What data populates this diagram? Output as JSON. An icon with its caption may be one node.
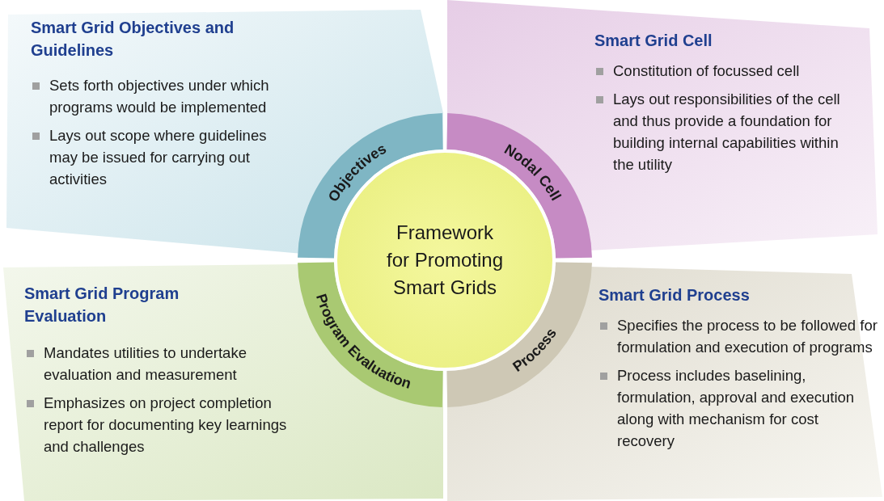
{
  "diagram": {
    "nodes": [
      {
        "text": [
          "Smart Grid Objectives and Guidelines",
          "Sets forth objectives under which programs would be implemented",
          "Lays out scope where guidelines may be issued for carrying out activities"
        ]
      },
      {
        "text": [
          "Objectives"
        ],
        "in": 0
      },
      {
        "text": [
          "Smart Grid Cell",
          "Constitution of focussed cell",
          "Lays out responsibilities of the cell and thus provide a foundation for building internal capabilities within the utility"
        ]
      },
      {
        "text": [
          "Nodal Cell"
        ],
        "in": 2
      },
      {
        "text": [
          "Smart Grid Program Evaluation",
          "Mandates utilities to undertake evaluation and measurement",
          "Emphasizes on project completion report for documenting key learnings and challenges"
        ]
      },
      {
        "text": [
          "Program Evaluation"
        ],
        "in": 4
      },
      {
        "text": [
          "Smart Grid Process",
          "Specifies the process to be followed for formulation and execution of programs",
          "Process includes baselining, formulation, approval and execution along with mechanism for cost recovery"
        ]
      },
      {
        "text": [
          "Process"
        ],
        "in": 6
      },
      {
        "text": [
          "Framework for Promoting Smart Grids"
        ]
      }
    ]
  }
}
